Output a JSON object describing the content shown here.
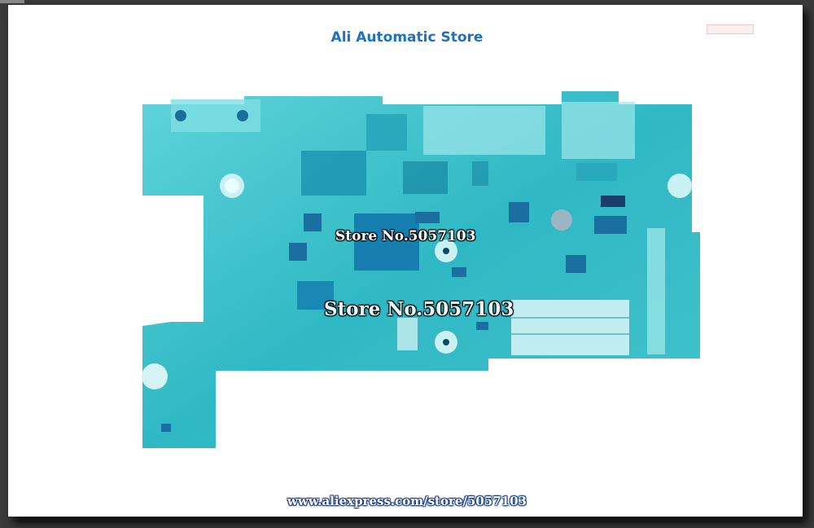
{
  "header": {
    "store_name": "Ali Automatic Store"
  },
  "watermarks": {
    "primary": "Store No.5057103",
    "secondary": "Store No.5057103"
  },
  "footer": {
    "url": "www.aliexpress.com/store/5057103"
  },
  "colors": {
    "board": "#2fb8c4",
    "board_dark": "#1c8fa6",
    "title": "#1f6fc2"
  }
}
